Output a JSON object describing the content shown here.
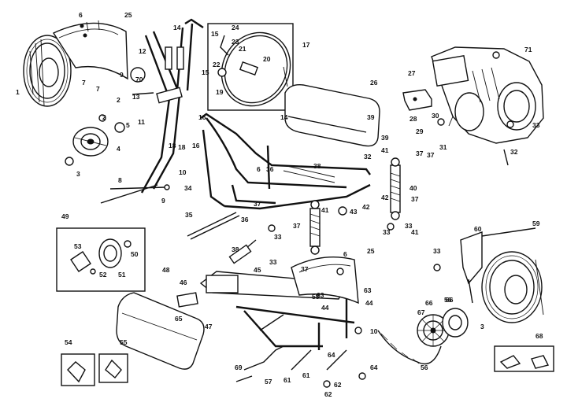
{
  "callouts": [
    "1",
    "2",
    "3",
    "4",
    "5",
    "6",
    "7",
    "8",
    "9",
    "10",
    "11",
    "12",
    "13",
    "14",
    "15",
    "16",
    "17",
    "18",
    "19",
    "20",
    "21",
    "22",
    "23",
    "24",
    "25",
    "26",
    "27",
    "28",
    "29",
    "30",
    "31",
    "32",
    "33",
    "34",
    "35",
    "36",
    "37",
    "38",
    "39",
    "40",
    "41",
    "42",
    "43",
    "44",
    "45",
    "46",
    "47",
    "48",
    "49",
    "50",
    "51",
    "52",
    "53",
    "54",
    "55",
    "56",
    "57",
    "58",
    "59",
    "60",
    "61",
    "62",
    "63",
    "64",
    "65",
    "66",
    "67",
    "68",
    "69",
    "70",
    "71"
  ]
}
